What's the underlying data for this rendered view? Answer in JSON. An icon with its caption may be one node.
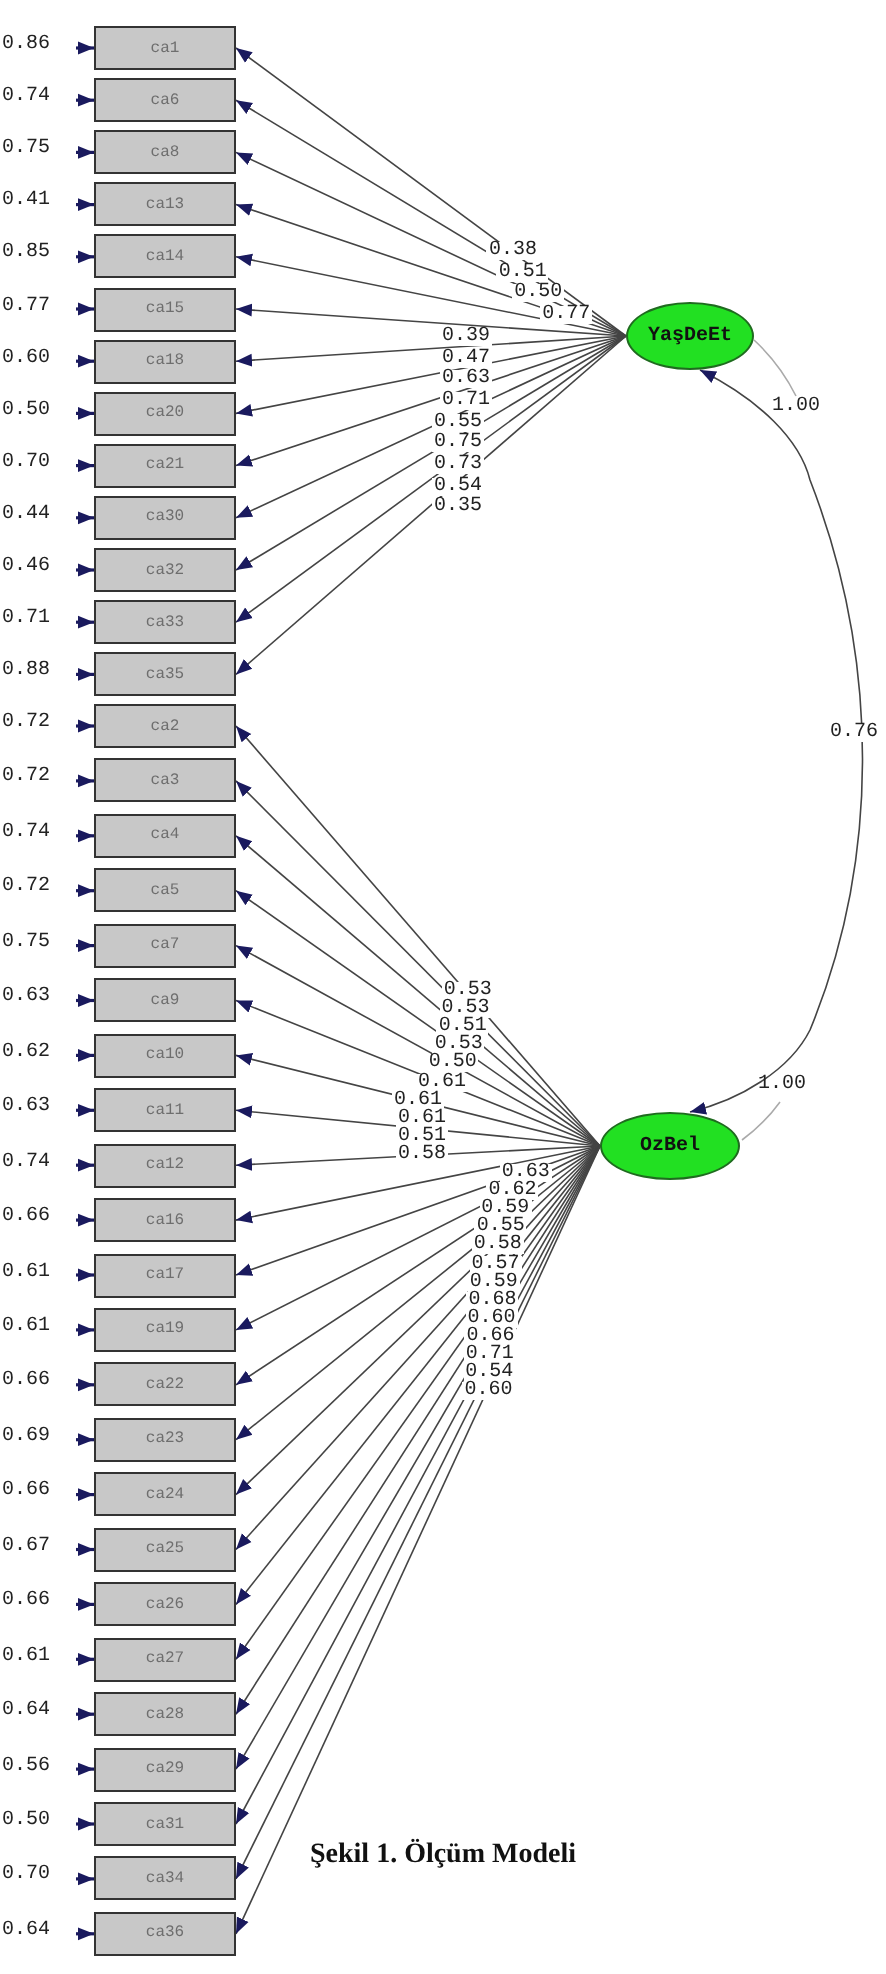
{
  "diagram": {
    "caption": "Şekil 1. Ölçüm Modeli",
    "nodes": [
      {
        "text": [
          "ca1"
        ]
      },
      {
        "text": [
          "ca6"
        ]
      },
      {
        "text": [
          "ca8"
        ]
      },
      {
        "text": [
          "ca13"
        ]
      },
      {
        "text": [
          "ca14"
        ]
      },
      {
        "text": [
          "ca15"
        ]
      },
      {
        "text": [
          "ca18"
        ]
      },
      {
        "text": [
          "ca20"
        ]
      },
      {
        "text": [
          "ca21"
        ]
      },
      {
        "text": [
          "ca30"
        ]
      },
      {
        "text": [
          "ca32"
        ]
      },
      {
        "text": [
          "ca33"
        ]
      },
      {
        "text": [
          "ca35"
        ]
      },
      {
        "text": [
          "ca2"
        ]
      },
      {
        "text": [
          "ca3"
        ]
      },
      {
        "text": [
          "ca4"
        ]
      },
      {
        "text": [
          "ca5"
        ]
      },
      {
        "text": [
          "ca7"
        ]
      },
      {
        "text": [
          "ca9"
        ]
      },
      {
        "text": [
          "ca10"
        ]
      },
      {
        "text": [
          "ca11"
        ]
      },
      {
        "text": [
          "ca12"
        ]
      },
      {
        "text": [
          "ca16"
        ]
      },
      {
        "text": [
          "ca17"
        ]
      },
      {
        "text": [
          "ca19"
        ]
      },
      {
        "text": [
          "ca22"
        ]
      },
      {
        "text": [
          "ca23"
        ]
      },
      {
        "text": [
          "ca24"
        ]
      },
      {
        "text": [
          "ca25"
        ]
      },
      {
        "text": [
          "ca26"
        ]
      },
      {
        "text": [
          "ca27"
        ]
      },
      {
        "text": [
          "ca28"
        ]
      },
      {
        "text": [
          "ca29"
        ]
      },
      {
        "text": [
          "ca31"
        ]
      },
      {
        "text": [
          "ca34"
        ]
      },
      {
        "text": [
          "ca36"
        ]
      },
      {
        "text": [
          "YaşDeEt"
        ],
        "beside": [
          "1.00"
        ]
      },
      {
        "text": [
          "OzBel"
        ],
        "beside": [
          "1.00"
        ]
      }
    ],
    "edges": [
      {
        "from": null,
        "to": 0,
        "arrow": "to",
        "label": "0.86"
      },
      {
        "from": null,
        "to": 1,
        "arrow": "to",
        "label": "0.74"
      },
      {
        "from": null,
        "to": 2,
        "arrow": "to",
        "label": "0.75"
      },
      {
        "from": null,
        "to": 3,
        "arrow": "to",
        "label": "0.41"
      },
      {
        "from": null,
        "to": 4,
        "arrow": "to",
        "label": "0.85"
      },
      {
        "from": null,
        "to": 5,
        "arrow": "to",
        "label": "0.77"
      },
      {
        "from": null,
        "to": 6,
        "arrow": "to",
        "label": "0.60"
      },
      {
        "from": null,
        "to": 7,
        "arrow": "to",
        "label": "0.50"
      },
      {
        "from": null,
        "to": 8,
        "arrow": "to",
        "label": "0.70"
      },
      {
        "from": null,
        "to": 9,
        "arrow": "to",
        "label": "0.44"
      },
      {
        "from": null,
        "to": 10,
        "arrow": "to",
        "label": "0.46"
      },
      {
        "from": null,
        "to": 11,
        "arrow": "to",
        "label": "0.71"
      },
      {
        "from": null,
        "to": 12,
        "arrow": "to",
        "label": "0.88"
      },
      {
        "from": null,
        "to": 13,
        "arrow": "to",
        "label": "0.72"
      },
      {
        "from": null,
        "to": 14,
        "arrow": "to",
        "label": "0.72"
      },
      {
        "from": null,
        "to": 15,
        "arrow": "to",
        "label": "0.74"
      },
      {
        "from": null,
        "to": 16,
        "arrow": "to",
        "label": "0.72"
      },
      {
        "from": null,
        "to": 17,
        "arrow": "to",
        "label": "0.75"
      },
      {
        "from": null,
        "to": 18,
        "arrow": "to",
        "label": "0.63"
      },
      {
        "from": null,
        "to": 19,
        "arrow": "to",
        "label": "0.62"
      },
      {
        "from": null,
        "to": 20,
        "arrow": "to",
        "label": "0.63"
      },
      {
        "from": null,
        "to": 21,
        "arrow": "to",
        "label": "0.74"
      },
      {
        "from": null,
        "to": 22,
        "arrow": "to",
        "label": "0.66"
      },
      {
        "from": null,
        "to": 23,
        "arrow": "to",
        "label": "0.61"
      },
      {
        "from": null,
        "to": 24,
        "arrow": "to",
        "label": "0.61"
      },
      {
        "from": null,
        "to": 25,
        "arrow": "to",
        "label": "0.66"
      },
      {
        "from": null,
        "to": 26,
        "arrow": "to",
        "label": "0.69"
      },
      {
        "from": null,
        "to": 27,
        "arrow": "to",
        "label": "0.66"
      },
      {
        "from": null,
        "to": 28,
        "arrow": "to",
        "label": "0.67"
      },
      {
        "from": null,
        "to": 29,
        "arrow": "to",
        "label": "0.66"
      },
      {
        "from": null,
        "to": 30,
        "arrow": "to",
        "label": "0.61"
      },
      {
        "from": null,
        "to": 31,
        "arrow": "to",
        "label": "0.64"
      },
      {
        "from": null,
        "to": 32,
        "arrow": "to",
        "label": "0.56"
      },
      {
        "from": null,
        "to": 33,
        "arrow": "to",
        "label": "0.50"
      },
      {
        "from": null,
        "to": 34,
        "arrow": "to",
        "label": "0.70"
      },
      {
        "from": null,
        "to": 35,
        "arrow": "to",
        "label": "0.64"
      },
      {
        "from": 36,
        "to": 0,
        "arrow": "to",
        "label": "0.38"
      },
      {
        "from": 36,
        "to": 1,
        "arrow": "to",
        "label": "0.51"
      },
      {
        "from": 36,
        "to": 2,
        "arrow": "to",
        "label": "0.50"
      },
      {
        "from": 36,
        "to": 3,
        "arrow": "to",
        "label": "0.77"
      },
      {
        "from": 36,
        "to": 4,
        "arrow": "to",
        "label": "0.39"
      },
      {
        "from": 36,
        "to": 5,
        "arrow": "to",
        "label": "0.47"
      },
      {
        "from": 36,
        "to": 6,
        "arrow": "to",
        "label": "0.63"
      },
      {
        "from": 36,
        "to": 7,
        "arrow": "to",
        "label": "0.71"
      },
      {
        "from": 36,
        "to": 8,
        "arrow": "to",
        "label": "0.55"
      },
      {
        "from": 36,
        "to": 9,
        "arrow": "to",
        "label": "0.75"
      },
      {
        "from": 36,
        "to": 10,
        "arrow": "to",
        "label": "0.73"
      },
      {
        "from": 36,
        "to": 11,
        "arrow": "to",
        "label": "0.54"
      },
      {
        "from": 36,
        "to": 12,
        "arrow": "to",
        "label": "0.35"
      },
      {
        "from": 37,
        "to": 13,
        "arrow": "to",
        "label": "0.53"
      },
      {
        "from": 37,
        "to": 14,
        "arrow": "to",
        "label": "0.53"
      },
      {
        "from": 37,
        "to": 15,
        "arrow": "to",
        "label": "0.51"
      },
      {
        "from": 37,
        "to": 16,
        "arrow": "to",
        "label": "0.53"
      },
      {
        "from": 37,
        "to": 17,
        "arrow": "to",
        "label": "0.50"
      },
      {
        "from": 37,
        "to": 18,
        "arrow": "to",
        "label": "0.61"
      },
      {
        "from": 37,
        "to": 19,
        "arrow": "to",
        "label": "0.61"
      },
      {
        "from": 37,
        "to": 20,
        "arrow": "to",
        "label": "0.61"
      },
      {
        "from": 37,
        "to": 21,
        "arrow": "to",
        "label": "0.51"
      },
      {
        "from": 37,
        "to": 22,
        "arrow": "to",
        "label": "0.58"
      },
      {
        "from": 37,
        "to": 23,
        "arrow": "to",
        "label": "0.63"
      },
      {
        "from": 37,
        "to": 24,
        "arrow": "to",
        "label": "0.62"
      },
      {
        "from": 37,
        "to": 25,
        "arrow": "to",
        "label": "0.59"
      },
      {
        "from": 37,
        "to": 26,
        "arrow": "to",
        "label": "0.55"
      },
      {
        "from": 37,
        "to": 27,
        "arrow": "to",
        "label": "0.58"
      },
      {
        "from": 37,
        "to": 28,
        "arrow": "to",
        "label": "0.57"
      },
      {
        "from": 37,
        "to": 29,
        "arrow": "to",
        "label": "0.59"
      },
      {
        "from": 37,
        "to": 30,
        "arrow": "to",
        "label": "0.68"
      },
      {
        "from": 37,
        "to": 31,
        "arrow": "to",
        "label": "0.60"
      },
      {
        "from": 37,
        "to": 32,
        "arrow": "to",
        "label": "0.66"
      },
      {
        "from": 37,
        "to": 33,
        "arrow": "to",
        "label": "0.71"
      },
      {
        "from": 37,
        "to": 34,
        "arrow": "to",
        "label": "0.54"
      },
      {
        "from": 37,
        "to": 35,
        "arrow": "to",
        "label": "0.60"
      },
      {
        "from": 36,
        "to": 37,
        "arrow": "both",
        "label": "0.76"
      }
    ]
  }
}
